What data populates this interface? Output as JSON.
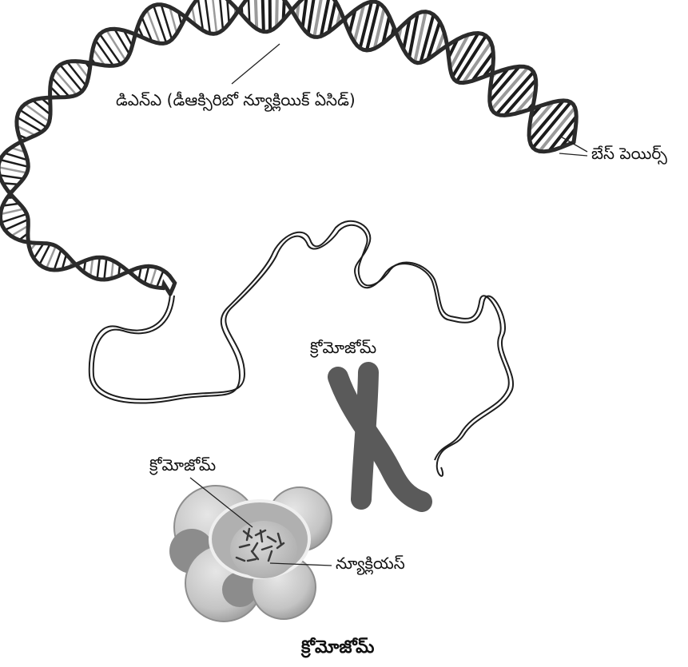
{
  "labels": {
    "dna": "డిఎన్ఎ (డీఆక్సిరిబో న్యూక్లియిక్ ఏసిడ్)",
    "base_pairs": "బేస్ పెయిర్స్",
    "chromosome_mid": "క్రోమోజోమ్",
    "chromosome_cell": "క్రోమోజోమ్",
    "nucleus": "న్యూక్లియస్",
    "caption": "క్రోమోజోమ్"
  }
}
